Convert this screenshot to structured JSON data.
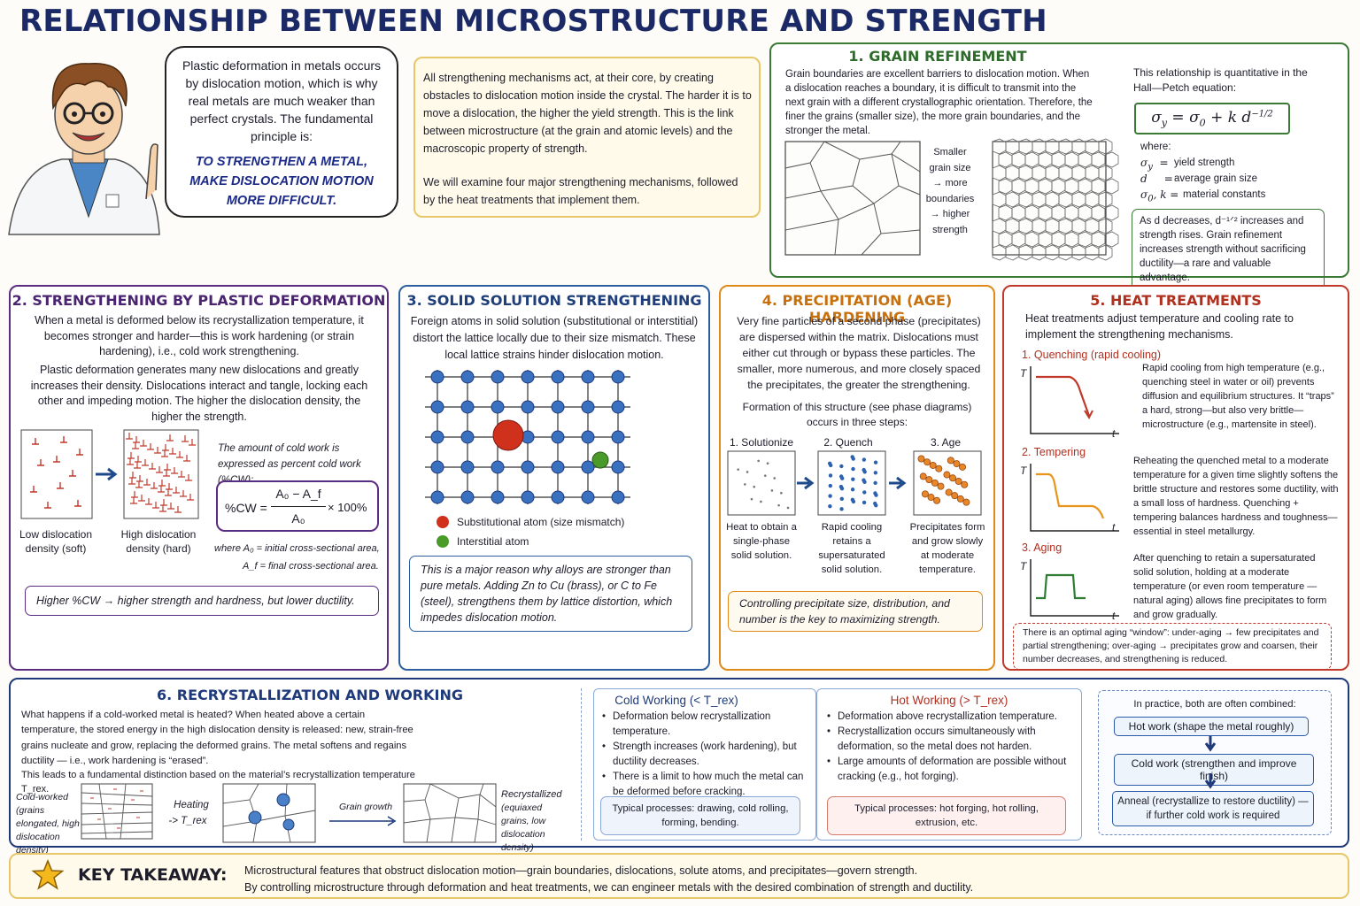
{
  "title": "RELATIONSHIP BETWEEN MICROSTRUCTURE AND STRENGTH",
  "intro": {
    "bubble_text": "Plastic deformation in metals occurs by dislocation motion, which is why real metals are much weaker than perfect crystals. The fundamental principle is:",
    "bubble_emphasis": "TO STRENGTHEN A METAL, MAKE DISLOCATION MOTION MORE DIFFICULT.",
    "note_p1": "All strengthening mechanisms act, at their core, by creating obstacles to dislocation motion inside the crystal. The harder it is to move a dislocation, the higher the yield strength. This is the link between microstructure (at the grain and atomic levels) and the macroscopic property of strength.",
    "note_p2": "We will examine four major strengthening mechanisms, followed by the heat treatments that implement them."
  },
  "s1": {
    "heading": "1. GRAIN REFINEMENT",
    "text": "Grain boundaries are excellent barriers to dislocation motion. When a dislocation reaches a boundary, it is difficult to transmit into the next grain with a different crystallographic orientation. Therefore, the finer the grains (smaller size), the more grain boundaries, and the stronger the metal.",
    "arrow_label": "Smaller grain size → more boundaries → higher strength",
    "hp_intro": "This relationship is quantitative in the Hall—Petch equation:",
    "where": "where:",
    "var1": "yield strength",
    "var2": "average grain size",
    "var3": "material constants",
    "note": "As d decreases, d⁻¹ᐟ² increases and strength rises. Grain refinement increases strength without sacrificing ductility—a rare and valuable advantage.",
    "colors": {
      "frame": "#3a7a35"
    }
  },
  "s2": {
    "heading": "2. STRENGTHENING BY PLASTIC DEFORMATION",
    "p1": "When a metal is deformed below its recrystallization temperature, it becomes stronger and harder—this is work hardening (or strain hardening), i.e., cold work strengthening.",
    "p2": "Plastic deformation generates many new dislocations and greatly increases their density. Dislocations interact and tangle, locking each other and impeding motion. The higher the dislocation density, the higher the strength.",
    "low_label": "Low dislocation density (soft)",
    "high_label": "High dislocation density (hard)",
    "cw_intro": "The amount of cold work is expressed as percent cold work (%CW):",
    "formula_lhs": "%CW =",
    "formula_num": "A₀ − A_f",
    "formula_den": "A₀",
    "formula_tail": "× 100%",
    "where_a0": "where A₀ = initial cross-sectional area,",
    "where_af": "A_f = final cross-sectional area.",
    "note": "Higher %CW → higher strength and hardness, but lower ductility.",
    "colors": {
      "frame": "#5a2d82"
    }
  },
  "s3": {
    "heading": "3. SOLID SOLUTION STRENGTHENING",
    "text": "Foreign atoms in solid solution (substitutional or interstitial) distort the lattice locally due to their size mismatch. These local lattice strains hinder dislocation motion.",
    "legend_sub": "Substitutional atom (size mismatch)",
    "legend_int": "Interstitial atom",
    "note": "This is a major reason why alloys are stronger than pure metals. Adding Zn to Cu (brass), or C to Fe (steel), strengthens them by lattice distortion, which impedes dislocation motion.",
    "colors": {
      "frame": "#2d5fa0"
    }
  },
  "s4": {
    "heading": "4. PRECIPITATION (AGE) HARDENING",
    "p1": "Very fine particles of a second phase (precipitates) are dispersed within the matrix. Dislocations must either cut through or bypass these particles. The smaller, more numerous, and more closely spaced the precipitates, the greater the strengthening.",
    "p2": "Formation of this structure (see phase diagrams) occurs in three steps:",
    "steps": [
      {
        "title": "1. Solutionize",
        "desc": "Heat to obtain a single-phase solid solution."
      },
      {
        "title": "2. Quench",
        "desc": "Rapid cooling retains a supersaturated solid solution."
      },
      {
        "title": "3. Age",
        "desc": "Precipitates form and grow slowly at moderate temperature."
      }
    ],
    "note": "Controlling precipitate size, distribution, and number is the key to maximizing strength.",
    "colors": {
      "frame": "#e08a1a"
    }
  },
  "s5": {
    "heading": "5. HEAT TREATMENTS",
    "intro": "Heat treatments adjust temperature and cooling rate to implement the strengthening mechanisms.",
    "items": [
      {
        "title": "1. Quenching (rapid cooling)",
        "desc": "Rapid cooling from high temperature (e.g., quenching steel in water or oil) prevents diffusion and equilibrium structures. It “traps” a hard, strong—but also very brittle—microstructure (e.g., martensite in steel)."
      },
      {
        "title": "2. Tempering",
        "desc": "Reheating the quenched metal to a moderate temperature for a given time slightly softens the brittle structure and restores some ductility, with a small loss of hardness. Quenching + tempering balances hardness and toughness—essential in steel metallurgy."
      },
      {
        "title": "3. Aging",
        "desc": "After quenching to retain a supersaturated solid solution, holding at a moderate temperature (or even room temperature — natural aging) allows fine precipitates to form and grow gradually."
      }
    ],
    "axis_t_upper": "T",
    "axis_t_lower": "t",
    "note": "There is an optimal aging “window”: under-aging → few precipitates and partial strengthening; over-aging → precipitates grow and coarsen, their number decreases, and strengthening is reduced.",
    "colors": {
      "frame": "#c0392b",
      "curve1": "#c0392b",
      "curve2": "#e8951c",
      "curve3": "#2e7d32"
    }
  },
  "s6": {
    "heading": "6. RECRYSTALLIZATION AND WORKING",
    "text": "What happens if a cold-worked metal is heated? When heated above a certain temperature, the stored energy in the high dislocation density is released: new, strain-free grains nucleate and grow, replacing the deformed grains. The metal softens and regains ductility — i.e., work hardening is “erased”.",
    "text2": "This leads to a fundamental distinction based on the material’s recrystallization temperature T_rex.",
    "cold_worked": "Cold-worked (grains elongated, high dislocation density)",
    "heating": "Heating",
    "heating_t": "-> T_rex",
    "grain_growth": "Grain growth",
    "recrystallized_t": "Recrystallized",
    "recrystallized_d": "(equiaxed grains, low dislocation density)",
    "cold": {
      "heading": "Cold Working (< T_rex)",
      "bullets": [
        "Deformation below recrystallization temperature.",
        "Strength increases (work hardening), but ductility decreases.",
        "There is a limit to how much the metal can be deformed before cracking."
      ],
      "note": "Typical processes: drawing, cold rolling, forming, bending."
    },
    "hot": {
      "heading": "Hot Working (> T_rex)",
      "bullets": [
        "Deformation above recrystallization temperature.",
        "Recrystallization occurs simultaneously with deformation, so the metal does not harden.",
        "Large amounts of deformation are possible without cracking (e.g., hot forging)."
      ],
      "note": "Typical processes: hot forging, hot rolling, extrusion, etc."
    },
    "flow_intro": "In practice, both are often combined:",
    "flow": [
      "Hot work (shape the metal roughly)",
      "Cold work (strengthen and improve finish)",
      "Anneal (recrystallize to restore ductility) — if further cold work is required"
    ],
    "colors": {
      "frame": "#1f3a7a"
    }
  },
  "takeaway": {
    "label": "KEY TAKEAWAY:",
    "line1": "Microstructural features that obstruct dislocation motion—grain boundaries, dislocations, solute atoms, and precipitates—govern strength.",
    "line2": "By controlling microstructure through deformation and heat treatments, we can engineer metals with the desired combination of strength and ductility."
  }
}
